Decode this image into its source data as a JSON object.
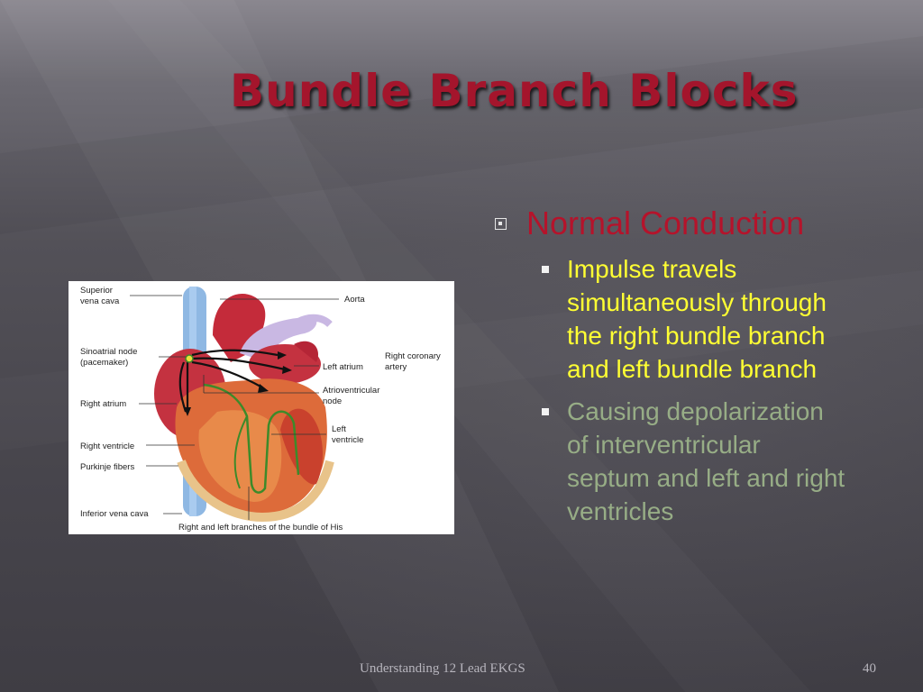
{
  "slide": {
    "title": "Bundle Branch Blocks",
    "bullet_level1": "Normal Conduction",
    "sub_bullets": [
      {
        "text": "Impulse travels simultaneously through the right bundle branch and left bundle branch",
        "color": "#ffff33"
      },
      {
        "text": "Causing depolarization of interventricular septum and left and right ventricles",
        "color": "#97ad86"
      }
    ]
  },
  "figure": {
    "icon": "heart-conduction-diagram",
    "labels": {
      "superior_vena_cava_1": "Superior",
      "superior_vena_cava_2": "vena cava",
      "aorta": "Aorta",
      "sinoatrial_node_1": "Sinoatrial node",
      "sinoatrial_node_2": "(pacemaker)",
      "right_coronary_artery_1": "Right coronary",
      "right_coronary_artery_2": "artery",
      "left_atrium": "Left atrium",
      "atrioventricular_node_1": "Atrioventricular",
      "atrioventricular_node_2": "node",
      "right_atrium": "Right atrium",
      "left_ventricle_1": "Left",
      "left_ventricle_2": "ventricle",
      "right_ventricle": "Right ventricle",
      "purkinje_fibers": "Purkinje fibers",
      "inferior_vena_cava": "Inferior vena cava",
      "bundle_of_his": "Right and left branches of the bundle of His"
    }
  },
  "footer": {
    "text": "Understanding 12 Lead EKGS",
    "page_number": "40"
  },
  "colors": {
    "title": "#a4152c",
    "level1_text": "#b5132b",
    "sub_yellow": "#ffff33",
    "sub_green": "#97ad86"
  }
}
